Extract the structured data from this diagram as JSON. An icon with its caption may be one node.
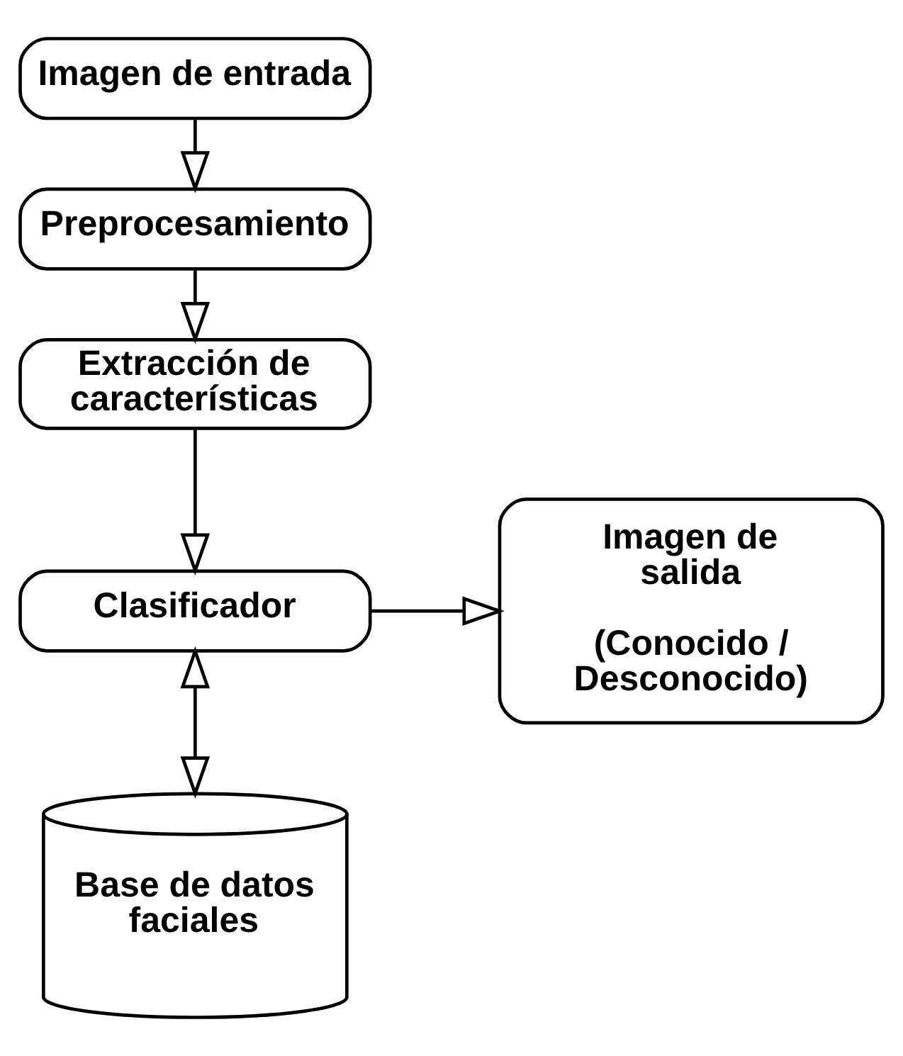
{
  "diagram": {
    "nodes": [
      {
        "text": [
          "Imagen de entrada"
        ]
      },
      {
        "text": [
          "Preprocesamiento"
        ]
      },
      {
        "text": [
          "Extracción de características"
        ]
      },
      {
        "text": [
          "Clasificador"
        ]
      },
      {
        "text": [
          "Imagen de salida",
          "(Conocido / Desconocido)"
        ]
      },
      {
        "text": [
          "Base de datos faciales"
        ]
      }
    ],
    "edges": [
      {
        "from": 0,
        "to": 1,
        "arrow": "to"
      },
      {
        "from": 1,
        "to": 2,
        "arrow": "to"
      },
      {
        "from": 2,
        "to": 3,
        "arrow": "to"
      },
      {
        "from": 3,
        "to": 4,
        "arrow": "to"
      },
      {
        "from": 3,
        "to": 5,
        "arrow": "both"
      }
    ]
  }
}
